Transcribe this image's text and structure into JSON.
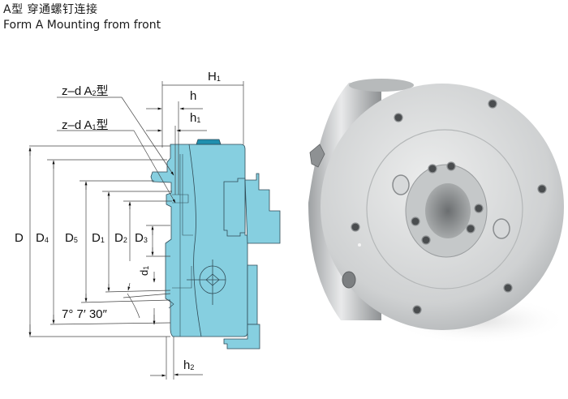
{
  "header": {
    "title_cn": "A型  穿通螺钉连接",
    "title_en": "Form A Mounting from front"
  },
  "drawing": {
    "fill_color": "#86cfe0",
    "stroke_color": "#2f4a55",
    "key_color": "#1f8fae",
    "labels": {
      "H1": {
        "main": "H",
        "sub": "1"
      },
      "h": {
        "main": "h",
        "sub": ""
      },
      "h1": {
        "main": "h",
        "sub": "1"
      },
      "h2": {
        "main": "h",
        "sub": "2"
      },
      "zd_A2": {
        "main": "z–d A",
        "sub": "2",
        "suffix": "型"
      },
      "zd_A1": {
        "main": "z–d A",
        "sub": "1",
        "suffix": "型"
      },
      "D": {
        "main": "D",
        "sub": ""
      },
      "D4": {
        "main": "D",
        "sub": "4"
      },
      "D5": {
        "main": "D",
        "sub": "5"
      },
      "D1": {
        "main": "D",
        "sub": "1"
      },
      "D2": {
        "main": "D",
        "sub": "2"
      },
      "D3": {
        "main": "D",
        "sub": "3"
      },
      "d1": {
        "main": "d",
        "sub": "1"
      },
      "angle": "7°  7′  30″"
    }
  },
  "photo": {
    "subject": "three-jaw lathe chuck (front view)",
    "metal_color": "#c9cbcc"
  }
}
